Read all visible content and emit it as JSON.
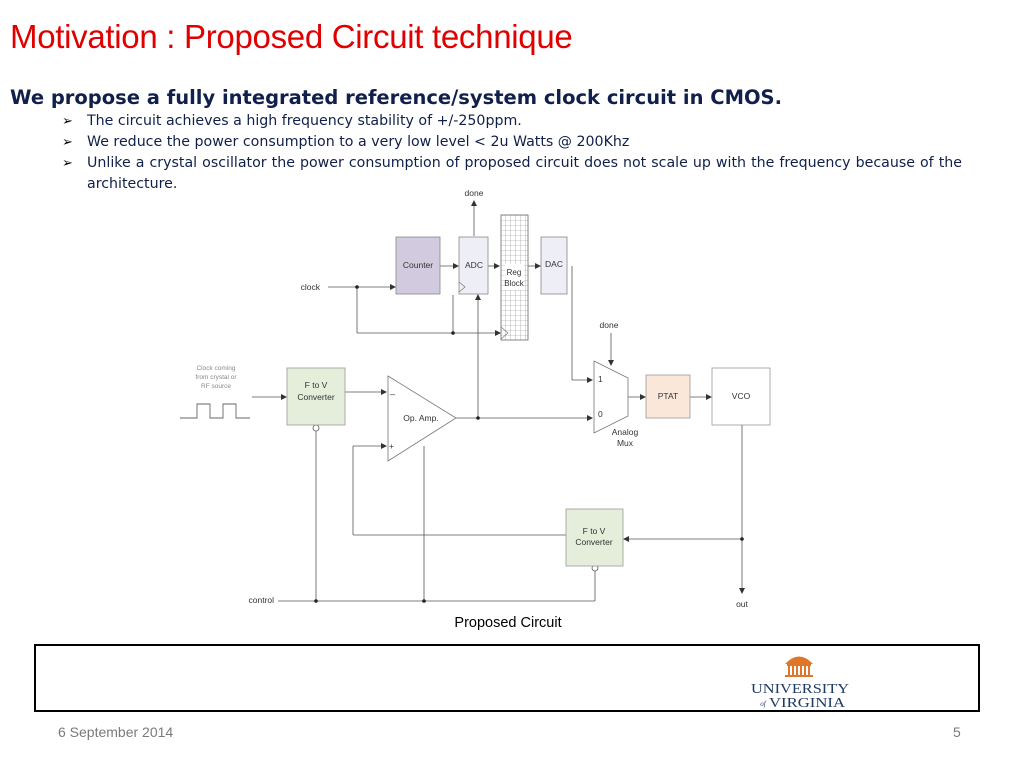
{
  "slide": {
    "title": "Motivation : Proposed Circuit technique",
    "lead": "We propose a fully integrated reference/system clock circuit in CMOS.",
    "bullets": [
      "The circuit achieves a high frequency stability of +/-250ppm.",
      "We reduce the power consumption to a very low level < 2u Watts @ 200Khz",
      "Unlike a crystal oscillator the power consumption of proposed circuit does not scale up with the frequency because of the architecture."
    ],
    "bullet_icon": "arrowhead-bullet-icon"
  },
  "diagram": {
    "caption": "Proposed Circuit",
    "blocks": {
      "counter": "Counter",
      "adc": "ADC",
      "reg_line1": "Reg",
      "reg_line2": "Block",
      "dac": "DAC",
      "fv1_line1": "F to V",
      "fv1_line2": "Converter",
      "opamp": "Op. Amp.",
      "opamp_minus": "_",
      "opamp_plus": "+",
      "mux_in1": "1",
      "mux_in0": "0",
      "mux_line1": "Analog",
      "mux_line2": "Mux",
      "ptat": "PTAT",
      "vco": "VCO",
      "fv2_line1": "F to V",
      "fv2_line2": "Converter"
    },
    "signals": {
      "done_top": "done",
      "done_mux": "done",
      "clock": "clock",
      "source_line1": "Clock coming",
      "source_line2": "from crystal or",
      "source_line3": "RF source",
      "control": "control",
      "out": "out"
    },
    "colors": {
      "counter_fill": "#d2cade",
      "adc_fill": "#eeeef6",
      "dac_fill": "#eeeef6",
      "fv_fill": "#e4eedb",
      "ptat_fill": "#fbe6da",
      "reg_grid": "#7f7f7f"
    }
  },
  "footer": {
    "logo_line1": "UNIVERSITY",
    "logo_of": "of",
    "logo_line2": "VIRGINIA",
    "date": "6 September 2014",
    "page": "5"
  }
}
